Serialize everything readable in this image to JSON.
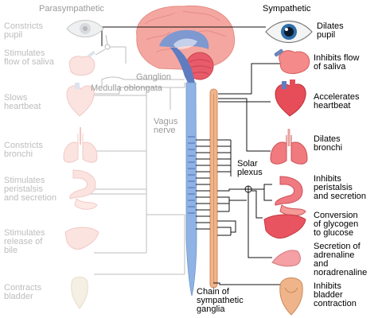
{
  "headings": {
    "parasympathetic": "Parasympathetic",
    "sympathetic": "Sympathetic"
  },
  "parasympathetic_effects": [
    "Constricts\npupil",
    "Stimulates\nflow of saliva",
    "Slows\nheartbeat",
    "Constricts\nbronchi",
    "Stimulates\nperistalsis\nand secretion",
    "Stimulates\nrelease of\nbile",
    "Contracts\nbladder"
  ],
  "sympathetic_effects": [
    "Dilates\npupil",
    "Inhibits flow\nof saliva",
    "Accelerates\nheartbeat",
    "Dilates\nbronchi",
    "Inhibits\nperistalsis\nand secretion",
    "Conversion\nof glycogen\nto glucose",
    "Secretion of\nadrenaline\nand\nnoradrenaline",
    "Inhibits\nbladder\ncontraction"
  ],
  "structures": {
    "ganglion": "Ganglion",
    "medulla": "Medulla oblongata",
    "vagus": "Vagus\nnerve",
    "solar_plexus": "Solar\nplexus",
    "chain": "Chain of\nsympathetic\nganglia"
  },
  "colors": {
    "brain": "#f4a7a0",
    "brainstem": "#6a86c6",
    "spinal_cord": "#8fb3e4",
    "ganglia_chain": "#f0b48a",
    "organ_red": "#e0505a",
    "organ_pink": "#f28c86",
    "faded_organ": "#fbe3e0",
    "faded_line": "#bcbcbc"
  }
}
